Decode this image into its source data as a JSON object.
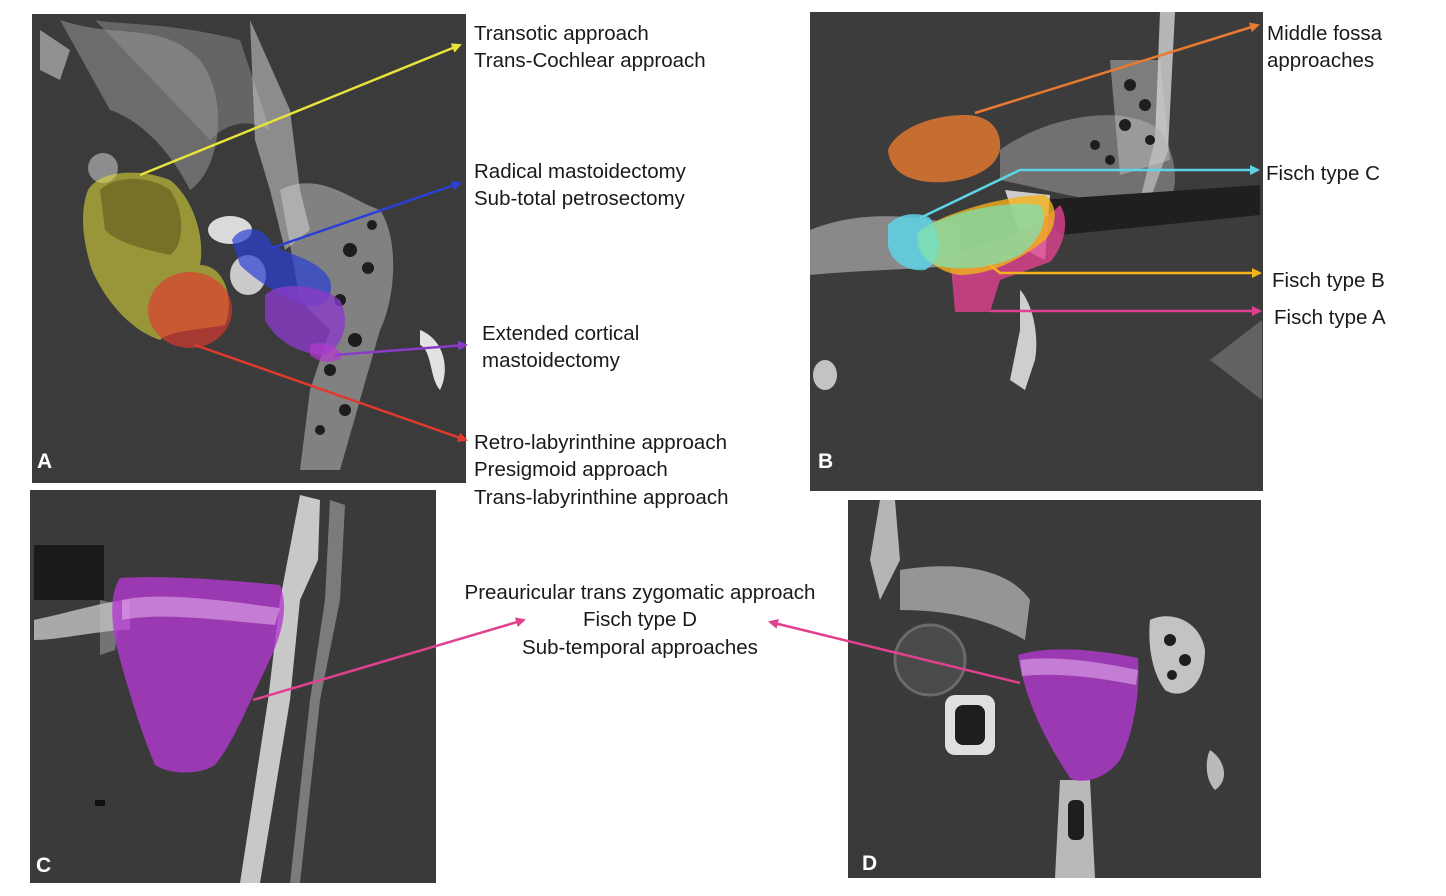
{
  "panels": {
    "a": {
      "letter": "A",
      "labels": {
        "yellow": [
          "Transotic approach",
          "Trans-Cochlear approach"
        ],
        "blue": [
          "Radical mastoidectomy",
          "Sub-total petrosectomy"
        ],
        "purple": [
          "Extended cortical",
          "mastoidectomy"
        ],
        "red": [
          "Retro-labyrinthine approach",
          "Presigmoid approach",
          "Trans-labyrinthine approach"
        ]
      }
    },
    "b": {
      "letter": "B",
      "labels": {
        "orange": [
          "Middle fossa",
          "approaches"
        ],
        "cyan": "Fisch type C",
        "amber": "Fisch type B",
        "pink": "Fisch type A"
      }
    },
    "c": {
      "letter": "C"
    },
    "d": {
      "letter": "D"
    },
    "cd_label": [
      "Preauricular trans zygomatic approach",
      "Fisch type D",
      "Sub-temporal approaches"
    ]
  },
  "colors": {
    "yellow": "#e8e23a",
    "blue": "#2b3fd6",
    "purple": "#8a3cc8",
    "red": "#e03a2e",
    "orange": "#e97a2f",
    "cyan": "#5fd3e6",
    "amber": "#f3b21c",
    "pink": "#e0418f",
    "magenta": "#b33ad0"
  }
}
